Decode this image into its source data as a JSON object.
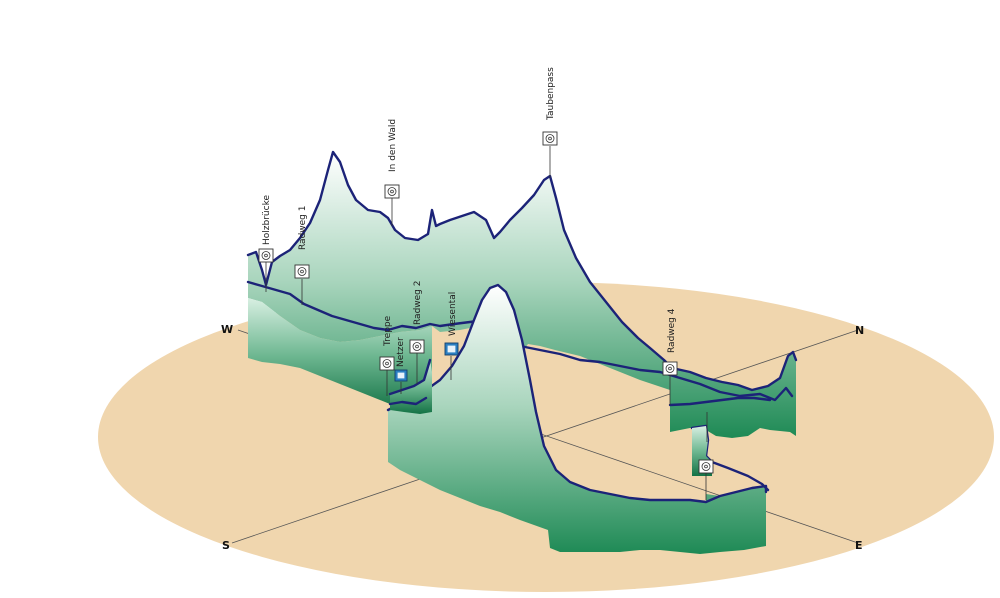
{
  "view": {
    "title": "",
    "ground_color": "#f0d6ae",
    "wall_top_color": "#ffffff",
    "wall_mid_color": "#a9d5bd",
    "wall_bottom_color": "#1e8a55",
    "ridge_color": "#1c2378"
  },
  "compass": {
    "north": "N",
    "south": "S",
    "east": "E",
    "west": "W"
  },
  "waypoints": [
    {
      "id": "holzbruecke",
      "label": "Holzbrücke",
      "icon": "waypoint-marker-icon"
    },
    {
      "id": "radweg1",
      "label": "Radweg 1",
      "icon": "waypoint-marker-icon"
    },
    {
      "id": "in-den-wald",
      "label": "In den Wald",
      "icon": "waypoint-marker-icon"
    },
    {
      "id": "taubenpass",
      "label": "Taubenpass",
      "icon": "waypoint-marker-icon"
    },
    {
      "id": "treppe",
      "label": "Treppe",
      "icon": "waypoint-marker-icon"
    },
    {
      "id": "netzer",
      "label": "Netzer",
      "icon": "waypoint-photo-icon"
    },
    {
      "id": "radweg2",
      "label": "Radweg 2",
      "icon": "waypoint-marker-icon"
    },
    {
      "id": "wiesental",
      "label": "Wiesental",
      "icon": "waypoint-photo-icon"
    },
    {
      "id": "radweg4",
      "label": "Radweg 4",
      "icon": "waypoint-marker-icon"
    },
    {
      "id": "marker-east-1",
      "label": "",
      "icon": "waypoint-marker-icon"
    },
    {
      "id": "marker-east-2",
      "label": "",
      "icon": "waypoint-marker-icon"
    }
  ]
}
